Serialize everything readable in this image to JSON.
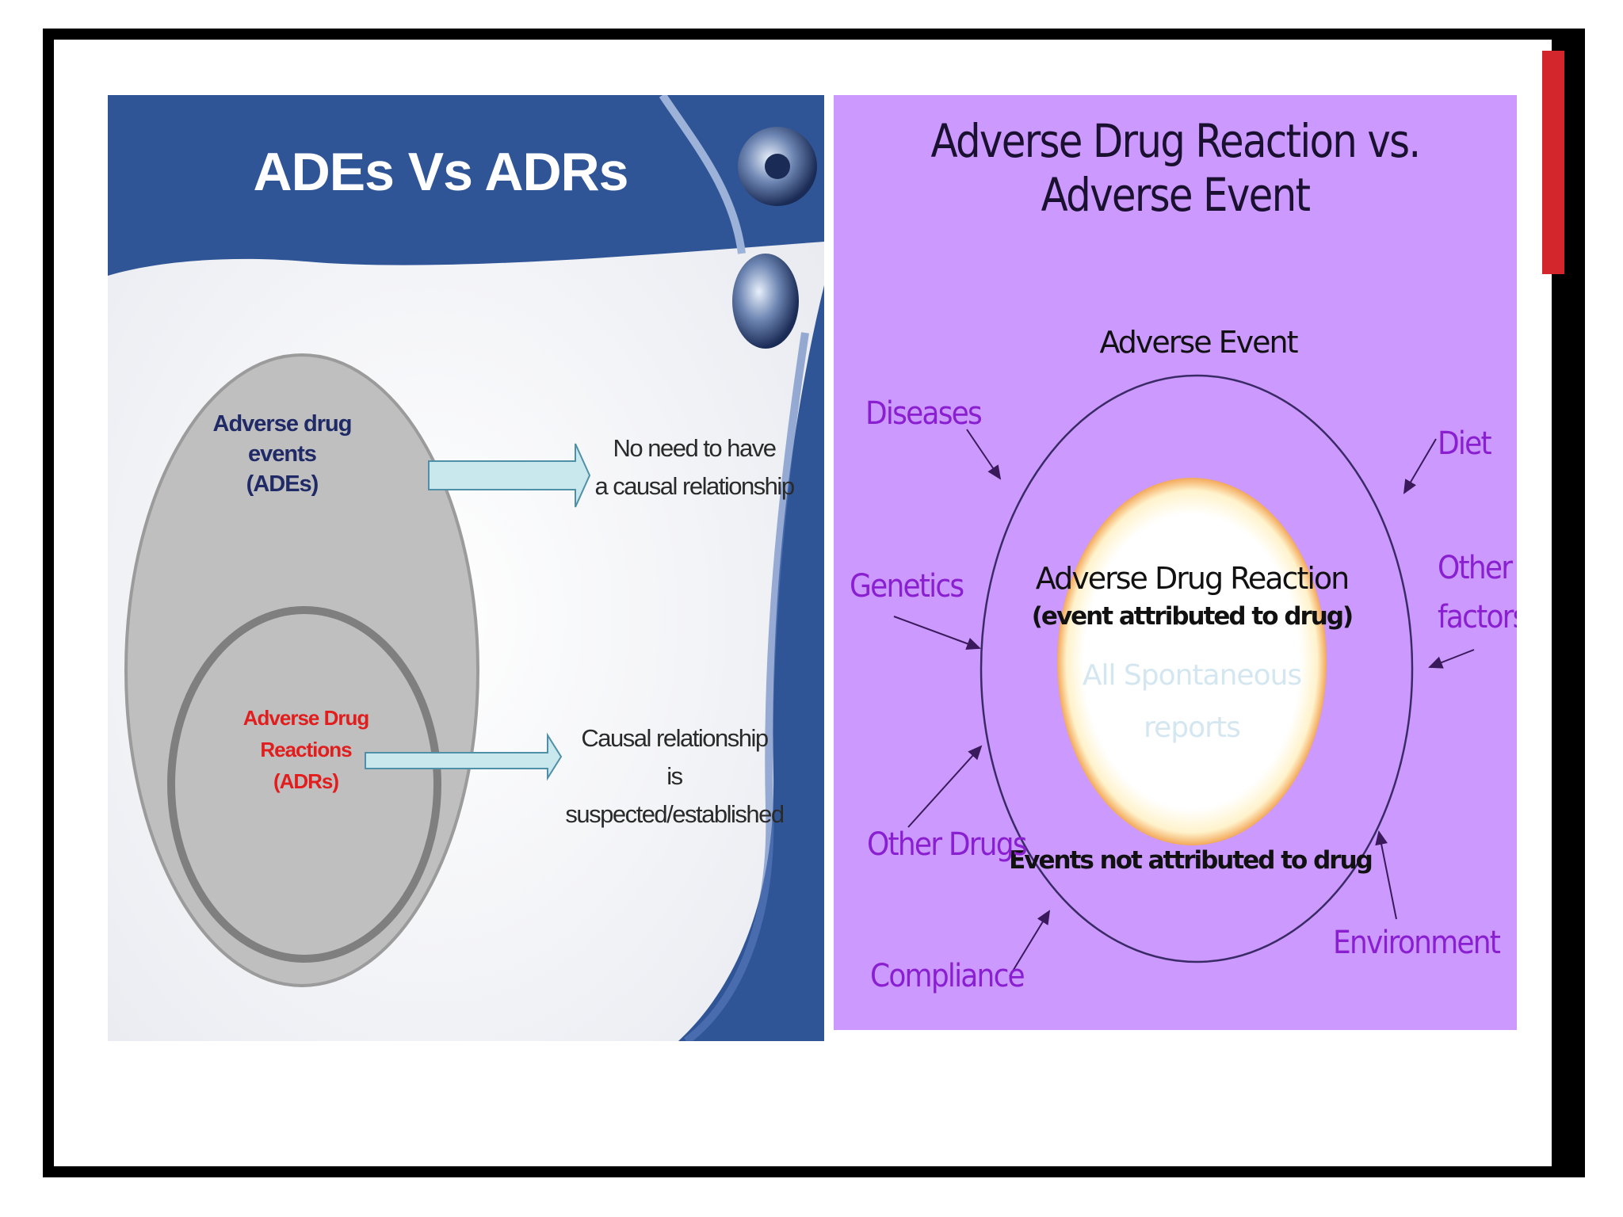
{
  "left_panel": {
    "title": "ADEs Vs ADRs",
    "outer_label_line1": "Adverse drug events",
    "outer_label_line2": "(ADEs)",
    "inner_label_line1": "Adverse Drug",
    "inner_label_line2": "Reactions",
    "inner_label_line3": "(ADRs)",
    "note1_line1": "No need to have",
    "note1_line2": "a causal relationship",
    "note2_line1": "Causal relationship",
    "note2_line2": "is suspected/established"
  },
  "right_panel": {
    "title": "Adverse Drug Reaction vs. Adverse Event",
    "outer_label": "Adverse Event",
    "inner_title": "Adverse Drug Reaction",
    "inner_subtitle": "(event attributed to drug)",
    "inner_faded_line1": "All Spontaneous",
    "inner_faded_line2": "reports",
    "bottom_label": "Events not attributed to drug",
    "factors": {
      "diseases": "Diseases",
      "genetics": "Genetics",
      "other_drugs": "Other Drugs",
      "compliance": "Compliance",
      "diet": "Diet",
      "other_factors_line1": "Other",
      "other_factors_line2": "factors",
      "environment": "Environment"
    }
  },
  "colors": {
    "header_blue": "#2f5597",
    "ellipse_gray": "#bfbfbf",
    "arrow_fill": "#c9e8ee",
    "panel_purple": "#cc99ff",
    "factor_text": "#8a1fd1",
    "accent_red": "#d3262c"
  }
}
